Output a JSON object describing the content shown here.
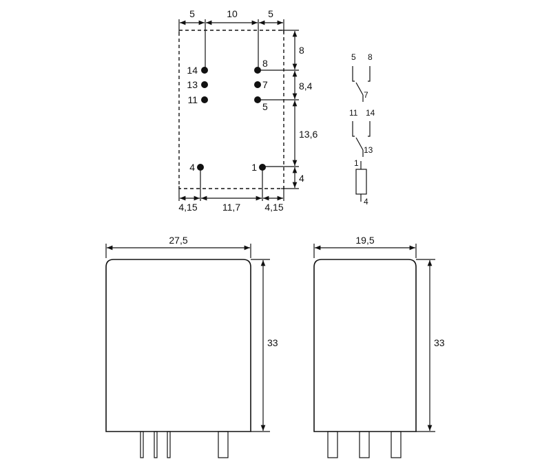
{
  "top_view": {
    "dims_top": [
      "5",
      "10",
      "5"
    ],
    "dims_right": [
      "8",
      "8,4",
      "13,6",
      "4"
    ],
    "dims_bottom": [
      "4,15",
      "11,7",
      "4,15"
    ],
    "pins": [
      "14",
      "13",
      "11",
      "4",
      "8",
      "7",
      "5",
      "1"
    ]
  },
  "schematic": {
    "contact1": {
      "top_left": "5",
      "top_right": "8",
      "common": "7"
    },
    "contact2": {
      "top_left": "11",
      "top_right": "14",
      "common": "13"
    },
    "coil": {
      "top": "1",
      "bottom": "4"
    }
  },
  "front_view": {
    "width": "27,5",
    "height": "33"
  },
  "side_view": {
    "width": "19,5",
    "height": "33"
  }
}
